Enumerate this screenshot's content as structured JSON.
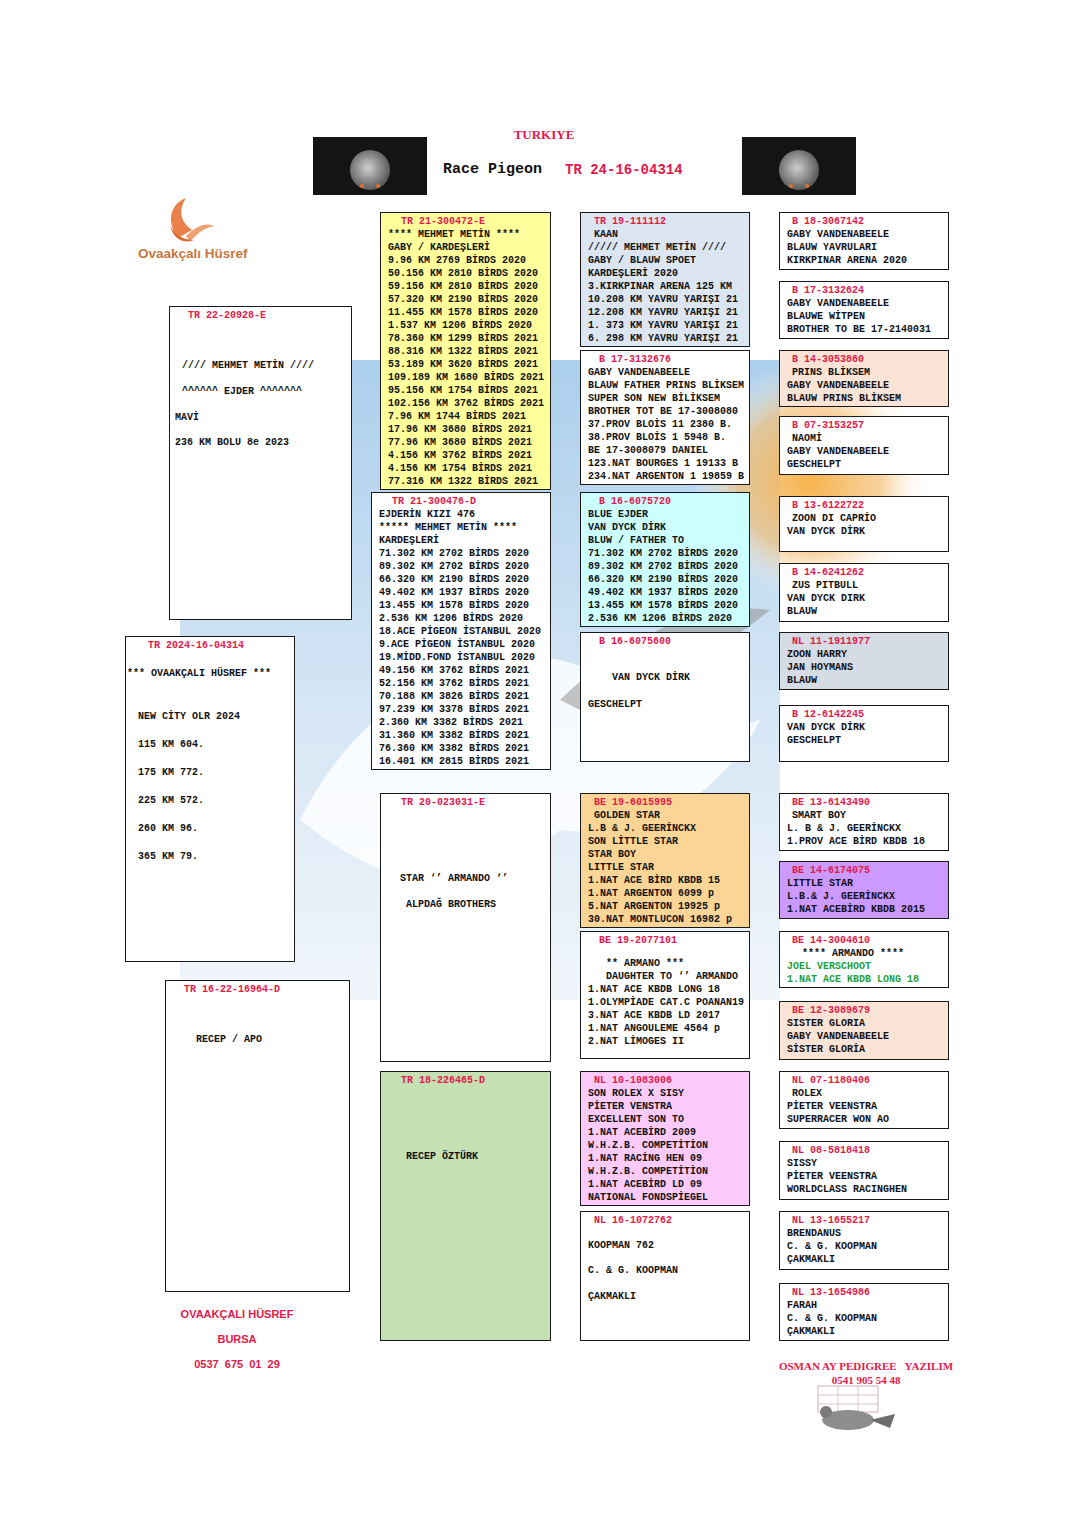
{
  "diagram": {
    "title": "TURKIYE",
    "nodes": [
      {
        "text": [
          "TR 2024-16-04314",
          "*** OVAAKÇALI HÜSREF ***",
          "NEW CİTY OLR 2024",
          "115 KM 604.",
          "175 KM 772.",
          "225 KM 572.",
          "260 KM 96.",
          "365 KM 79."
        ]
      },
      {
        "text": [
          "TR 22-20928-E",
          "//// MEHMET METİN ////",
          "^^^^^^ EJDER ^^^^^^^",
          "MAVİ",
          "236 KM BOLU 8e 2023"
        ]
      },
      {
        "text": [
          "TR 16-22-16964-D",
          "RECEP / APO"
        ]
      },
      {
        "text": [
          "TR 21-300472-E",
          "**** MEHMET METİN ****",
          "GABY / KARDEŞLERİ",
          "9.96 KM 2769 BİRDS 2020",
          "50.156 KM 2810 BİRDS 2020",
          "59.156 KM 2810 BİRDS 2020",
          "57.320 KM 2190 BİRDS 2020",
          "11.455 KM 1578 BİRDS 2020",
          "1.537 KM 1206 BİRDS 2020",
          "78.360 KM 1299 BİRDS 2021",
          "88.316 KM 1322 BİRDS 2021",
          "53.189 KM 3620 BİRDS 2021",
          "109.189 KM 1680 BİRDS 2021",
          "95.156 KM 1754 BİRDS 2021",
          "102.156 KM 3762 BİRDS 2021",
          "7.96 KM 1744 BİRDS 2021",
          "17.96 KM 3680 BİRDS 2021",
          "77.96 KM 3680 BİRDS 2021",
          "4.156 KM 3762 BİRDS 2021",
          "4.156 KM 1754 BİRDS 2021",
          "77.316 KM 1322 BİRDS 2021"
        ]
      },
      {
        "text": [
          "TR 21-300476-D",
          "EJDERİN KIZI 476",
          "***** MEHMET METİN ****",
          "KARDEŞLERİ",
          "71.302 KM 2702 BİRDS 2020",
          "89.302 KM 2702 BİRDS 2020",
          "66.320 KM 2190 BİRDS 2020",
          "49.402 KM 1937 BİRDS 2020",
          "13.455 KM 1578 BİRDS 2020",
          "2.536 KM 1206 BİRDS 2020",
          "18.ACE PİGEON İSTANBUL 2020",
          "9.ACE PİGEON İSTANBUL 2020",
          "19.MİDD.FOND İSTANBUL 2020",
          "49.156 KM 3762 BİRDS 2021",
          "52.156 KM 3762 BİRDS 2021",
          "70.188 KM 3826 BİRDS 2021",
          "97.239 KM 3378 BİRDS 2021",
          "2.360 KM 3382 BİRDS 2021",
          "31.360 KM 3382 BİRDS 2021",
          "76.360 KM 3382 BİRDS 2021",
          "16.401 KM 2815 BİRDS 2021"
        ]
      },
      {
        "text": [
          "TR 20-023031-E",
          "STAR ‘’ ARMANDO ‘’",
          "ALPDAĞ BROTHERS"
        ]
      },
      {
        "text": [
          "TR 18-226465-D",
          "RECEP ÖZTÜRK"
        ]
      },
      {
        "text": [
          "TR 19-111112",
          "KAAN",
          "///// MEHMET METİN ////",
          "GABY / BLAUW SPOET",
          "KARDEŞLERİ 2020",
          "3.KIRKPINAR ARENA 125 KM",
          "10.208 KM YAVRU YARIŞI 21",
          "12.208 KM YAVRU YARIŞI 21",
          "1. 373 KM YAVRU YARIŞI 21",
          "6. 298 KM YAVRU YARIŞI 21"
        ]
      },
      {
        "text": [
          "B 17-3132676",
          "GABY VANDENABEELE",
          "BLAUW FATHER PRINS BLİKSEM",
          "SUPER SON NEW BİLİKSEM",
          "BROTHER TOT BE 17-3008080",
          "37.PROV BLOİS 11 2380 B.",
          "38.PROV BLOİS 1 5948 B.",
          "BE 17-3008079 DANIEL",
          "123.NAT BOURGES 1 19133 B",
          "234.NAT ARGENTON 1 19859 B"
        ]
      },
      {
        "text": [
          "B 16-6075720",
          "BLUE EJDER",
          "VAN DYCK DİRK",
          "BLUW / FATHER TO",
          "71.302 KM 2702 BİRDS 2020",
          "89.302 KM 2702 BİRDS 2020",
          "66.320 KM 2190 BİRDS 2020",
          "49.402 KM 1937 BİRDS 2020",
          "13.455 KM 1578 BİRDS 2020",
          "2.536 KM 1206 BİRDS 2020"
        ]
      },
      {
        "text": [
          "B 16-6075600",
          "VAN DYCK DİRK",
          "GESCHELPT"
        ]
      },
      {
        "text": [
          "BE 19-6015995",
          "GOLDEN STAR",
          "L.B & J. GEERİNCKX",
          "SON LİTTLE STAR",
          "STAR BOY",
          "LITTLE STAR",
          "1.NAT ACE BİRD KBDB 15",
          "1.NAT ARGENTON 6099 p",
          "5.NAT ARGENTON 19925 p",
          "30.NAT MONTLUCON 16982 p"
        ]
      },
      {
        "text": [
          "BE 19-2077101",
          "** ARMANO ***",
          "DAUGHTER TO ‘’ ARMANDO",
          "1.NAT ACE KBDB LONG 18",
          "1.OLYMPİADE CAT.C POANAN19",
          "3.NAT ACE KBDB LD 2017",
          "1.NAT ANGOULEME 4564 p",
          "2.NAT LİMOGES II"
        ]
      },
      {
        "text": [
          "NL 10-1083006",
          "SON ROLEX X SISY",
          "PİETER VENSTRA",
          "EXCELLENT SON TO",
          "1.NAT ACEBİRD 2009",
          "W.H.Z.B. COMPETİTİON",
          "1.NAT RACİNG HEN 09",
          "W.H.Z.B. COMPETİTİON",
          "1.NAT ACEBİRD LD 09",
          "NATIONAL FONDSPİEGEL"
        ]
      },
      {
        "text": [
          "NL 16-1072762",
          "KOOPMAN 762",
          "C. & G. KOOPMAN",
          "ÇAKMAKLI"
        ]
      },
      {
        "text": [
          "B 18-3067142",
          "GABY VANDENABEELE",
          "BLAUW YAVRULARI",
          "KIRKPINAR ARENA 2020"
        ]
      },
      {
        "text": [
          "B 17-3132624",
          "GABY VANDENABEELE",
          "BLAUWE WİTPEN",
          "BROTHER TO BE 17-2140031"
        ]
      },
      {
        "text": [
          "B 14-3053860",
          "PRINS BLİKSEM",
          "GABY VANDENABEELE",
          "BLAUW PRINS BLİKSEM"
        ]
      },
      {
        "text": [
          "B 07-3153257",
          "NAOMİ",
          "GABY VANDENABEELE",
          "GESCHELPT"
        ]
      },
      {
        "text": [
          "B 13-6122722",
          "ZOON DI CAPRİO",
          "VAN DYCK DİRK"
        ]
      },
      {
        "text": [
          "B 14-6241262",
          "ZUS PITBULL",
          "VAN DYCK DIRK",
          "BLAUW"
        ]
      },
      {
        "text": [
          "NL 11-1911977",
          "ZOON HARRY",
          "JAN HOYMANS",
          "BLAUW"
        ]
      },
      {
        "text": [
          "B 12-6142245",
          "VAN DYCK DİRK",
          "GESCHELPT"
        ]
      },
      {
        "text": [
          "BE 13-6143490",
          "SMART BOY",
          "L. B & J. GEERİNCKX",
          "1.PROV ACE BİRD KBDB 18"
        ]
      },
      {
        "text": [
          "BE 14-6174075",
          "LITTLE STAR",
          "L.B.& J. GEERİNCKX",
          "1.NAT ACEBİRD KBDB 2015"
        ]
      },
      {
        "text": [
          "BE 14-3004610",
          "**** ARMANDO ****",
          "JOEL VERSCHOOT",
          "1.NAT ACE KBDB LONG 18"
        ]
      },
      {
        "text": [
          "BE 12-3089679",
          "SISTER GLORIA",
          "GABY VANDENABEELE",
          "SİSTER GLORİA"
        ]
      },
      {
        "text": [
          "NL 07-1180406",
          "ROLEX",
          "PİETER VEENSTRA",
          "SUPERRACER WON AO"
        ]
      },
      {
        "text": [
          "NL 08-5818418",
          "SISSY",
          "PİETER VEENSTRA",
          "WORLDCLASS RACINGHEN"
        ]
      },
      {
        "text": [
          "NL 13-1655217",
          "BRENDANUS",
          "C. & G. KOOPMAN",
          "ÇAKMAKLI"
        ]
      },
      {
        "text": [
          "NL 13-1654986",
          "FARAH",
          "C. & G. KOOPMAN",
          "ÇAKMAKLI"
        ]
      }
    ],
    "labels": [
      "Race Pigeon",
      "TR 24-16-04314",
      "Ovaakçalı Hüsref",
      "OVAAKÇALI HÜSREF",
      "BURSA",
      "0537  675  01  29",
      "OSMAN AY PEDIGREE   YAZILIM",
      "0541 905 54 48"
    ]
  }
}
